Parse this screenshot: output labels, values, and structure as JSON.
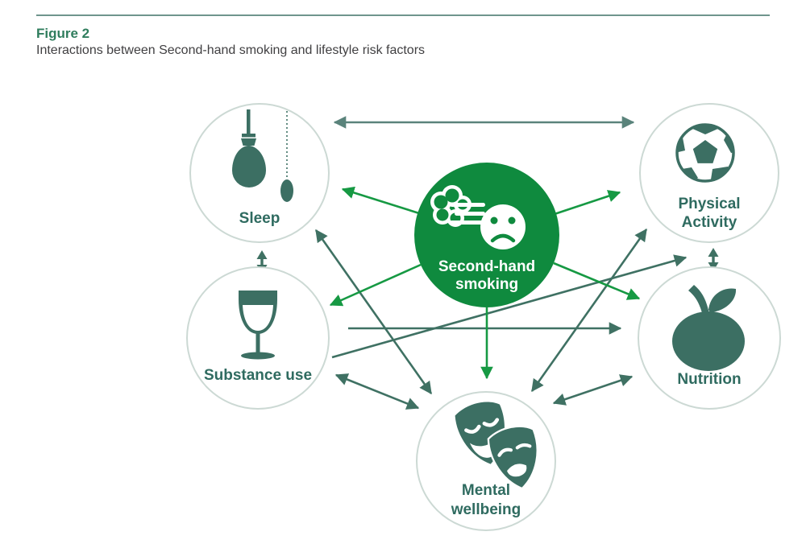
{
  "header": {
    "figure_label": "Figure 2",
    "title": "Interactions between Second-hand smoking and lifestyle risk factors"
  },
  "center": {
    "id": "second-hand-smoking",
    "label_lines": [
      "Second-hand",
      "smoking"
    ],
    "icon": "smoke-and-sad-face-icon"
  },
  "nodes": [
    {
      "id": "sleep",
      "label_lines": [
        "Sleep"
      ],
      "icon": "pendant-lamp-icon"
    },
    {
      "id": "physical-activity",
      "label_lines": [
        "Physical",
        "Activity"
      ],
      "icon": "soccer-ball-icon"
    },
    {
      "id": "substance-use",
      "label_lines": [
        "Substance use"
      ],
      "icon": "wine-glass-icon"
    },
    {
      "id": "nutrition",
      "label_lines": [
        "Nutrition"
      ],
      "icon": "apple-icon"
    },
    {
      "id": "mental-wellbeing",
      "label_lines": [
        "Mental",
        "wellbeing"
      ],
      "icon": "theater-masks-icon"
    }
  ],
  "edges": [
    {
      "from": "second-hand-smoking",
      "to": "sleep",
      "direction": "one-way",
      "color": "green"
    },
    {
      "from": "second-hand-smoking",
      "to": "physical-activity",
      "direction": "one-way",
      "color": "green"
    },
    {
      "from": "second-hand-smoking",
      "to": "substance-use",
      "direction": "one-way",
      "color": "green"
    },
    {
      "from": "second-hand-smoking",
      "to": "nutrition",
      "direction": "one-way",
      "color": "green"
    },
    {
      "from": "second-hand-smoking",
      "to": "mental-wellbeing",
      "direction": "one-way",
      "color": "green"
    },
    {
      "from": "sleep",
      "to": "physical-activity",
      "direction": "two-way",
      "color": "teal"
    },
    {
      "from": "sleep",
      "to": "substance-use",
      "direction": "two-way",
      "color": "teal"
    },
    {
      "from": "physical-activity",
      "to": "nutrition",
      "direction": "two-way",
      "color": "teal"
    },
    {
      "from": "sleep",
      "to": "mental-wellbeing",
      "direction": "two-way",
      "color": "teal"
    },
    {
      "from": "physical-activity",
      "to": "mental-wellbeing",
      "direction": "two-way",
      "color": "teal"
    },
    {
      "from": "substance-use",
      "to": "mental-wellbeing",
      "direction": "two-way",
      "color": "teal"
    },
    {
      "from": "nutrition",
      "to": "mental-wellbeing",
      "direction": "two-way",
      "color": "teal"
    },
    {
      "from": "substance-use",
      "to": "nutrition",
      "direction": "one-way",
      "color": "teal"
    },
    {
      "from": "substance-use",
      "to": "physical-activity",
      "direction": "one-way",
      "color": "teal"
    }
  ],
  "colors": {
    "center_circle_green": "#0f8a3e",
    "green_arrow": "#169943",
    "node_icon_teal": "#3c6f63",
    "node_label_teal": "#2f6b60",
    "node_border": "#ccd9d4",
    "dark_arrow": "#3f7163",
    "gray_arrow": "#5a837b",
    "figure_label_green": "#2f7d5d",
    "title_gray": "#414042",
    "rule_line": "#6f958d"
  }
}
